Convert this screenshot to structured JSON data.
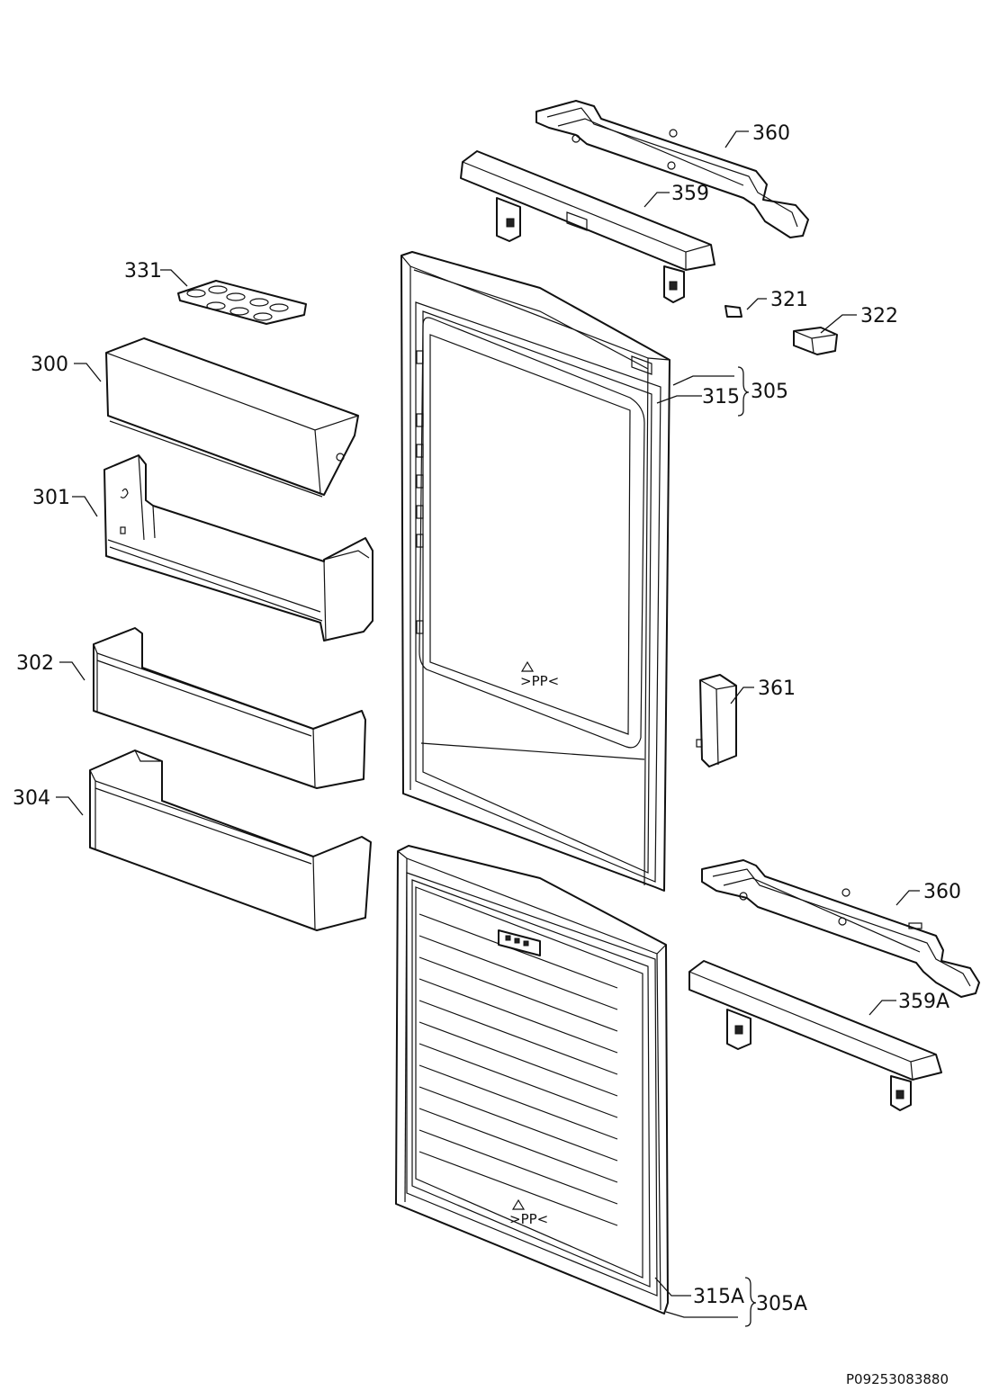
{
  "labels": {
    "l360a": "360",
    "l359": "359",
    "l331": "331",
    "l321": "321",
    "l322": "322",
    "l300": "300",
    "l305": "305",
    "l315": "315",
    "l301": "301",
    "l302": "302",
    "l361": "361",
    "l304": "304",
    "l360b": "360",
    "l359A": "359A",
    "l315A": "315A",
    "l305A": "305A"
  },
  "drawing_code": "P09253083880"
}
